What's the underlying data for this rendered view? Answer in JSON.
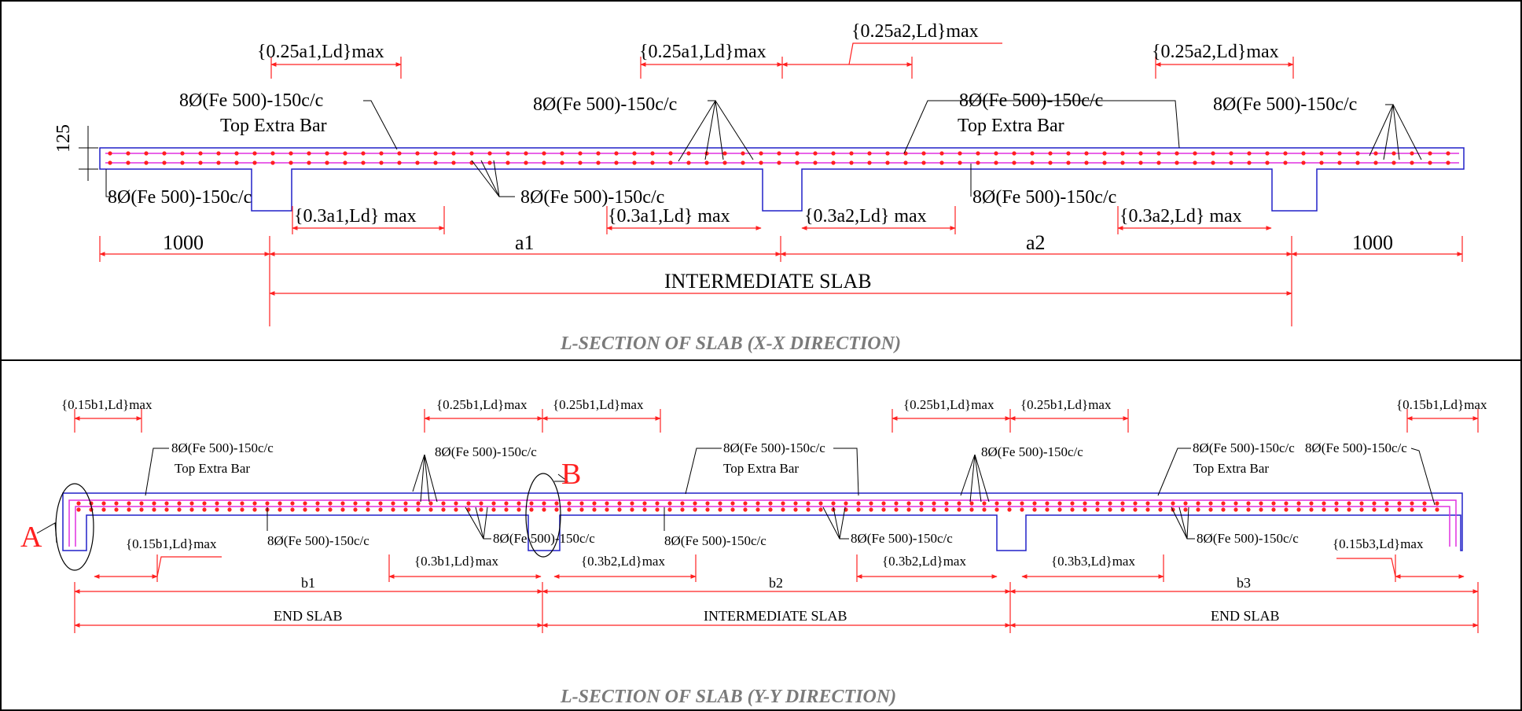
{
  "top": {
    "caption": "L-SECTION OF SLAB (X-X DIRECTION)",
    "thickness": "125",
    "top_dims": [
      "{0.25a1,Ld}max",
      "{0.25a1,Ld}max",
      "{0.25a2,Ld}max",
      "{0.25a2,Ld}max"
    ],
    "bar_labels": {
      "bar_left": "8Ø(Fe 500)-150c/c",
      "top_extra_left": "Top Extra Bar",
      "bar_mid1": "8Ø(Fe 500)-150c/c",
      "bar_mid2": "8Ø(Fe 500)-150c/c",
      "top_extra_mid": "Top Extra Bar",
      "bar_right": "8Ø(Fe 500)-150c/c",
      "bottom_left": "8Ø(Fe 500)-150c/c",
      "bottom_mid": "8Ø(Fe 500)-150c/c",
      "bottom_right": "8Ø(Fe 500)-150c/c"
    },
    "bottom_dims": [
      "{0.3a1,Ld} max",
      "{0.3a1,Ld} max",
      "{0.3a2,Ld} max",
      "{0.3a2,Ld} max"
    ],
    "spans": [
      "1000",
      "a1",
      "a2",
      "1000"
    ],
    "overall": "INTERMEDIATE SLAB"
  },
  "bottom": {
    "caption": "L-SECTION OF SLAB (Y-Y DIRECTION)",
    "top_dims": [
      "{0.15b1,Ld}max",
      "{0.25b1,Ld}max",
      "{0.25b1,Ld}max",
      "{0.25b1,Ld}max",
      "{0.25b1,Ld}max",
      "{0.15b1,Ld}max"
    ],
    "bar_labels": {
      "bar1": "8Ø(Fe 500)-150c/c",
      "top_extra1": "Top Extra Bar",
      "bar2": "8Ø(Fe 500)-150c/c",
      "bar3": "8Ø(Fe 500)-150c/c",
      "top_extra2": "Top Extra Bar",
      "bar4": "8Ø(Fe 500)-150c/c",
      "bar5": "8Ø(Fe 500)-150c/c",
      "bar6": "8Ø(Fe 500)-150c/c",
      "top_extra3": "Top Extra Bar",
      "low1": "8Ø(Fe 500)-150c/c",
      "low2": "8Ø(Fe 500)-150c/c",
      "low3": "8Ø(Fe 500)-150c/c",
      "low4": "8Ø(Fe 500)-150c/c",
      "low5": "8Ø(Fe 500)-150c/c"
    },
    "bottom_dims": [
      "{0.15b1,Ld}max",
      "{0.3b1,Ld}max",
      "{0.3b2,Ld}max",
      "{0.3b2,Ld}max",
      "{0.3b3,Ld}max",
      "{0.15b3,Ld}max"
    ],
    "markers": [
      "A",
      "B"
    ],
    "spans": [
      "b1",
      "b2",
      "b3"
    ],
    "slabs": [
      "END SLAB",
      "INTERMEDIATE SLAB",
      "END SLAB"
    ]
  }
}
